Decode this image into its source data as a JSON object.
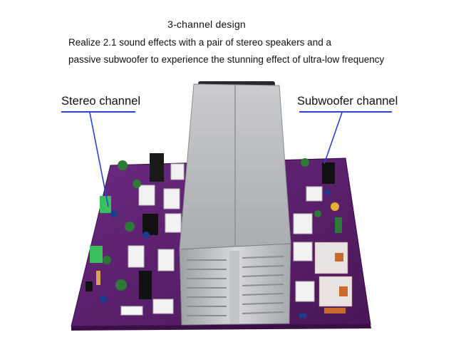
{
  "caption": {
    "heading": "3-channel design",
    "line1": "Realize 2.1 sound effects with a pair of stereo speakers and a",
    "line2": "passive subwoofer to experience the stunning effect of ultra-low frequency"
  },
  "callouts": {
    "stereo": "Stereo channel",
    "subwoofer": "Subwoofer channel"
  },
  "colors": {
    "pcb": "#5a1f6e",
    "heatsink": "#b9bcc0",
    "callout_line": "#2a43d6"
  }
}
